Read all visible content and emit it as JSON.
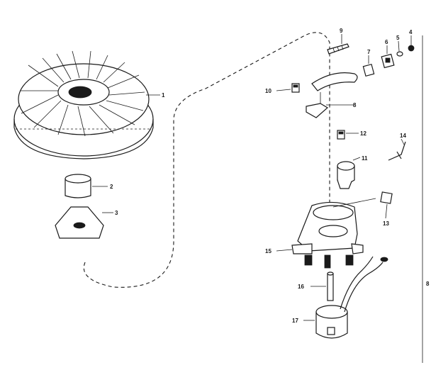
{
  "callouts": {
    "c1": "1",
    "c2": "2",
    "c3": "3",
    "c4": "4",
    "c5": "5",
    "c6": "6",
    "c7": "7",
    "c8": "8",
    "c9": "9",
    "c10": "10",
    "c11": "11",
    "c12": "12",
    "c13": "13",
    "c14": "14",
    "c15": "15",
    "c16": "16",
    "c17": "17",
    "c18": "8"
  }
}
